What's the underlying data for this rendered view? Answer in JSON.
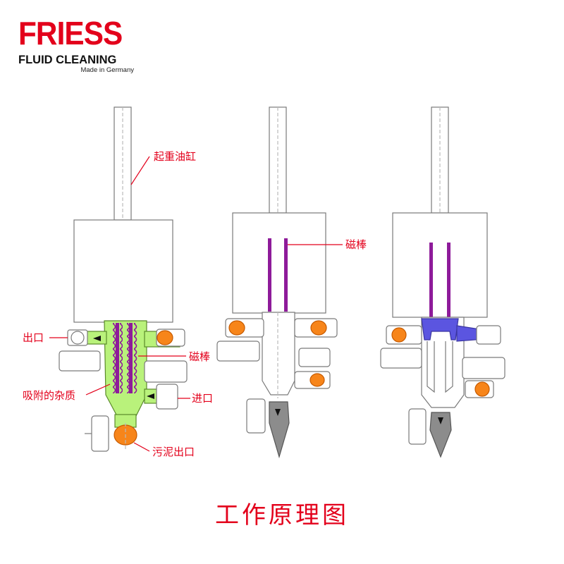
{
  "logo": {
    "brand": "FRIESS",
    "subtitle": "FLUID CLEANING",
    "tagline": "Made in Germany"
  },
  "labels": {
    "lifting_cylinder": "起重油缸",
    "outlet": "出口",
    "magnetic_rod_1": "磁棒",
    "magnetic_rod_2": "磁棒",
    "adsorbed_impurities": "吸附的杂质",
    "inlet": "进口",
    "sludge_outlet": "污泥出口"
  },
  "caption": "工作原理图",
  "colors": {
    "accent": "#e3001b",
    "fluid": "#b9f27b",
    "rod": "#8e1b9a",
    "valve": "#f7851a",
    "blue": "#5b55e0",
    "outline": "#7a7a7a",
    "cone": "#8c8c8c"
  }
}
